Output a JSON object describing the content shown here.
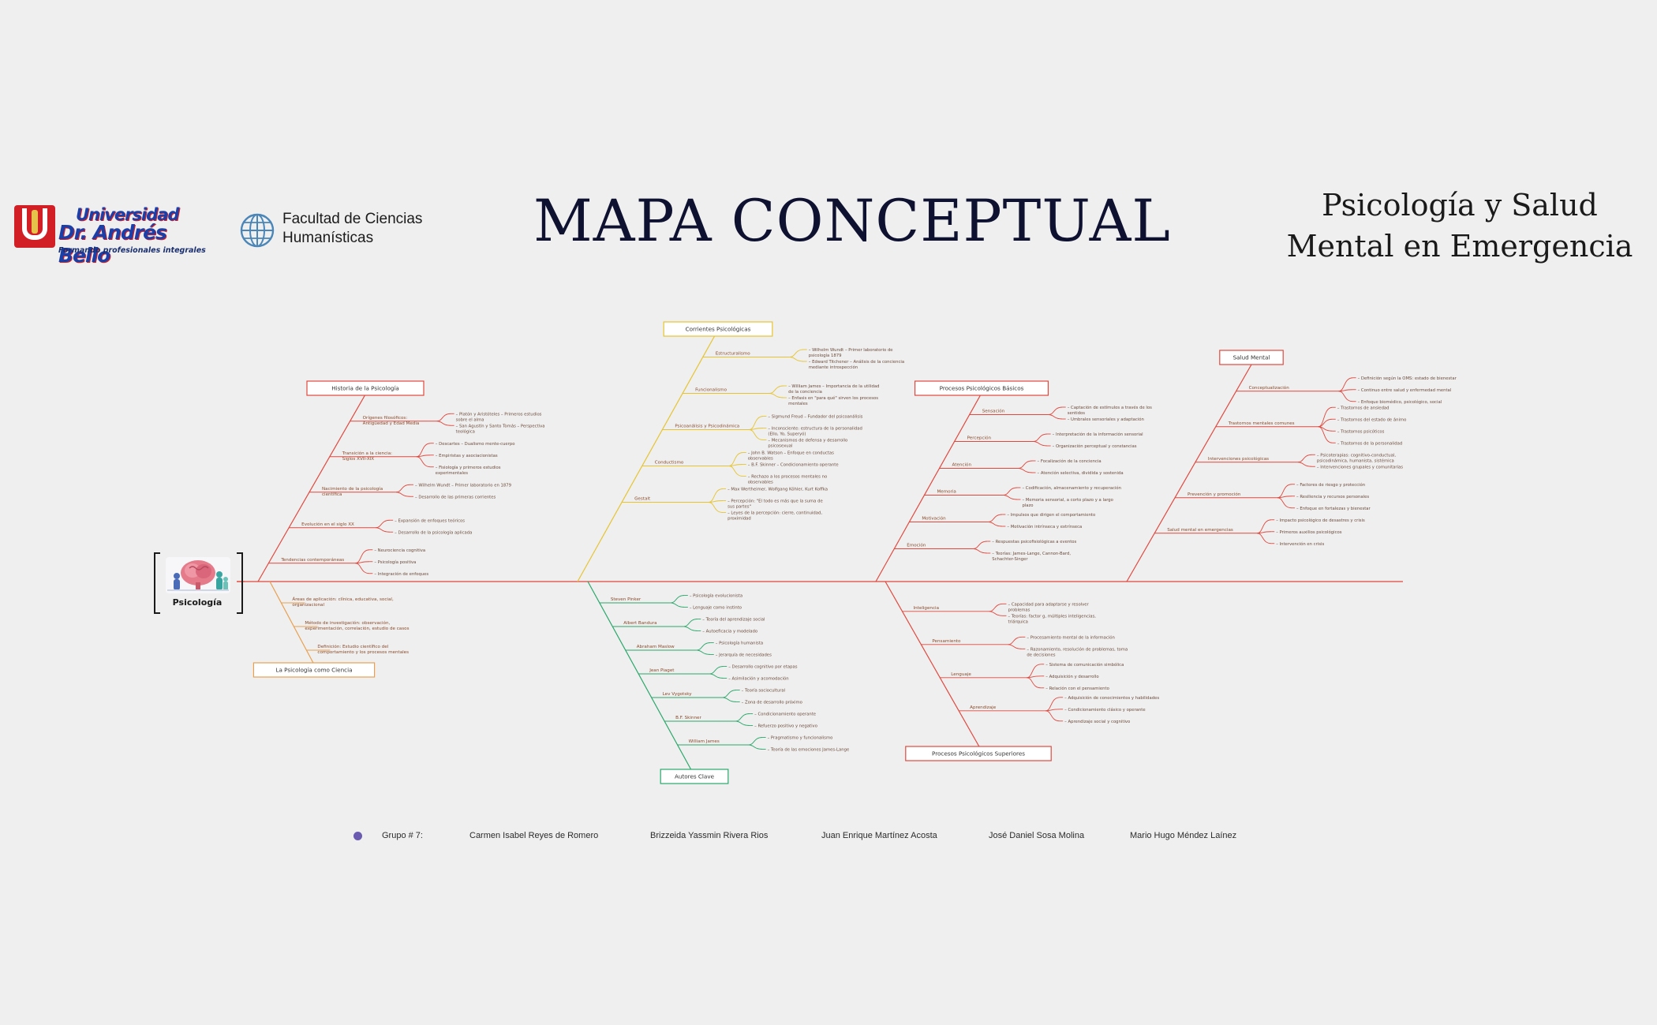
{
  "header": {
    "university": {
      "line1": "Universidad",
      "line2": "Dr. Andrés Bello",
      "tagline": "Formando profesionales integrales"
    },
    "faculty": {
      "line1": "Facultad de Ciencias",
      "line2": "Humanísticas"
    },
    "title": "MAPA CONCEPTUAL",
    "subtitle": {
      "line1": "Psicología y Salud",
      "line2": "Mental en Emergencia"
    }
  },
  "colors": {
    "spine": "#e0483e",
    "historia": "#e0483e",
    "ciencia": "#e8a050",
    "corrientes": "#e6c430",
    "autores": "#29a86a",
    "procesos": "#4457d6",
    "salud": "#e0483e"
  },
  "root": {
    "label": "Psicología",
    "icon": "brain-illustration"
  },
  "branches": [
    {
      "id": "historia",
      "label": "Historia de la Psicología",
      "items": [
        {
          "label": "Orígenes filosóficos: Antigüedad y Edad Media",
          "leaves": [
            "Platón y Aristóteles – Primeros estudios sobre el alma",
            "San Agustín y Santo Tomás – Perspectiva teológica"
          ]
        },
        {
          "label": "Transición a la ciencia: Siglos XVII-XIX",
          "leaves": [
            "Descartes – Dualismo mente-cuerpo",
            "Empiristas y asociacionistas",
            "Fisiología y primeros estudios experimentales"
          ]
        },
        {
          "label": "Nacimiento de la psicología científica",
          "leaves": [
            "Wilhelm Wundt – Primer laboratorio en 1879",
            "Desarrollo de las primeras corrientes"
          ]
        },
        {
          "label": "Evolución en el siglo XX",
          "leaves": [
            "Expansión de enfoques teóricos",
            "Desarrollo de la psicología aplicada"
          ]
        },
        {
          "label": "Tendencias contemporáneas",
          "leaves": [
            "Neurociencia cognitiva",
            "Psicología positiva",
            "Integración de enfoques"
          ]
        }
      ]
    },
    {
      "id": "ciencia",
      "label": "La Psicología como Ciencia",
      "items": [
        {
          "label": "Áreas de aplicación: clínica, educativa, social, organizacional",
          "leaves": []
        },
        {
          "label": "Método de investigación: observación, experimentación, correlación, estudio de casos",
          "leaves": []
        },
        {
          "label": "Definición: Estudio científico del comportamiento y los procesos mentales",
          "leaves": []
        }
      ]
    },
    {
      "id": "corrientes",
      "label": "Corrientes Psicológicas",
      "items": [
        {
          "label": "Estructuralismo",
          "leaves": [
            "Wilhelm Wundt – Primer laboratorio de psicología 1879",
            "Edward Titchener – Análisis de la conciencia mediante introspección"
          ]
        },
        {
          "label": "Funcionalismo",
          "leaves": [
            "William James – Importancia de la utilidad de la conciencia",
            "Enfasis en \"para qué\" sirven los procesos mentales"
          ]
        },
        {
          "label": "Psicoanálisis y Psicodinámica",
          "leaves": [
            "Sigmund Freud – Fundador del psicoanálisis",
            "Inconsciente: estructura de la personalidad (Ello, Yo, Superyó)",
            "Mecanismos de defensa y desarrollo psicosexual"
          ]
        },
        {
          "label": "Conductismo",
          "leaves": [
            "John B. Watson – Enfoque en conductas observables",
            "B.F. Skinner – Condicionamiento operante",
            "Rechazo a los procesos mentales no observables"
          ]
        },
        {
          "label": "Gestalt",
          "leaves": [
            "Max Wertheimer, Wolfgang Köhler, Kurt Koffka",
            "Percepción: \"El todo es más que la suma de sus partes\"",
            "Leyes de la percepción: cierre, continuidad, proximidad"
          ]
        }
      ]
    },
    {
      "id": "autores",
      "label": "Autores Clave",
      "items": [
        {
          "label": "Steven Pinker",
          "leaves": [
            "Psicología evolucionista",
            "Lenguaje como instinto"
          ]
        },
        {
          "label": "Albert Bandura",
          "leaves": [
            "Teoría del aprendizaje social",
            "Autoeficacia y modelado"
          ]
        },
        {
          "label": "Abraham Maslow",
          "leaves": [
            "Psicología humanista",
            "Jerarquía de necesidades"
          ]
        },
        {
          "label": "Jean Piaget",
          "leaves": [
            "Desarrollo cognitivo por etapas",
            "Asimilación y acomodación"
          ]
        },
        {
          "label": "Lev Vygotsky",
          "leaves": [
            "Teoría sociocultural",
            "Zona de desarrollo próximo"
          ]
        },
        {
          "label": "B.F. Skinner",
          "leaves": [
            "Condicionamiento operante",
            "Refuerzo positivo y negativo"
          ]
        },
        {
          "label": "William James",
          "leaves": [
            "Pragmatismo y funcionalismo",
            "Teoría de las emociones James-Lange"
          ]
        }
      ]
    },
    {
      "id": "basicos",
      "label": "Procesos Psicológicos Básicos",
      "items": [
        {
          "label": "Sensación",
          "leaves": [
            "Captación de estímulos a través de los sentidos",
            "Umbrales sensoriales y adaptación"
          ]
        },
        {
          "label": "Percepción",
          "leaves": [
            "Interpretación de la información sensorial",
            "Organización perceptual y constancias"
          ]
        },
        {
          "label": "Atención",
          "leaves": [
            "Focalización de la conciencia",
            "Atención selectiva, dividida y sostenida"
          ]
        },
        {
          "label": "Memoria",
          "leaves": [
            "Codificación, almacenamiento y recuperación",
            "Memoria sensorial, a corto plazo y a largo plazo"
          ]
        },
        {
          "label": "Motivación",
          "leaves": [
            "Impulsos que dirigen el comportamiento",
            "Motivación intrínseca y extrínseca"
          ]
        },
        {
          "label": "Emoción",
          "leaves": [
            "Respuestas psicofisiológicas a eventos",
            "Teorías: James-Lange, Cannon-Bard, Schachter-Singer"
          ]
        }
      ]
    },
    {
      "id": "superiores",
      "label": "Procesos Psicológicos Superiores",
      "items": [
        {
          "label": "Inteligencia",
          "leaves": [
            "Capacidad para adaptarse y resolver problemas",
            "Teorías: factor g, múltiples inteligencias, triárquica"
          ]
        },
        {
          "label": "Pensamiento",
          "leaves": [
            "Procesamiento mental de la información",
            "Razonamiento, resolución de problemas, toma de decisiones"
          ]
        },
        {
          "label": "Lenguaje",
          "leaves": [
            "Sistema de comunicación simbólica",
            "Adquisición y desarrollo",
            "Relación con el pensamiento"
          ]
        },
        {
          "label": "Aprendizaje",
          "leaves": [
            "Adquisición de conocimientos y habilidades",
            "Condicionamiento clásico y operante",
            "Aprendizaje social y cognitivo"
          ]
        }
      ]
    },
    {
      "id": "salud",
      "label": "Salud Mental",
      "items": [
        {
          "label": "Conceptualización",
          "leaves": [
            "Definición según la OMS: estado de bienestar",
            "Continuo entre salud y enfermedad mental",
            "Enfoque biomédico, psicológico, social"
          ]
        },
        {
          "label": "Trastornos mentales comunes",
          "leaves": [
            "Trastornos de ansiedad",
            "Trastornos del estado de ánimo",
            "Trastornos psicóticos",
            "Trastornos de la personalidad"
          ]
        },
        {
          "label": "Intervenciones psicológicas",
          "leaves": [
            "Psicoterapias: cognitivo-conductual, psicodinámica, humanista, sistémica",
            "Intervenciones grupales y comunitarias"
          ]
        },
        {
          "label": "Prevención y promoción",
          "leaves": [
            "Factores de riesgo y protección",
            "Resiliencia y recursos personales",
            "Enfoque en fortalezas y bienestar"
          ]
        },
        {
          "label": "Salud mental en emergencias",
          "leaves": [
            "Impacto psicológico de desastres y crisis",
            "Primeros auxilios psicológicos",
            "Intervención en crisis"
          ]
        }
      ]
    }
  ],
  "footer": {
    "group": "Grupo # 7:",
    "members": [
      "Carmen Isabel Reyes de Romero",
      "Brizzeida Yassmin Rivera Rios",
      "Juan Enrique Martínez Acosta",
      "José Daniel Sosa Molina",
      "Mario Hugo Méndez Laínez"
    ]
  }
}
